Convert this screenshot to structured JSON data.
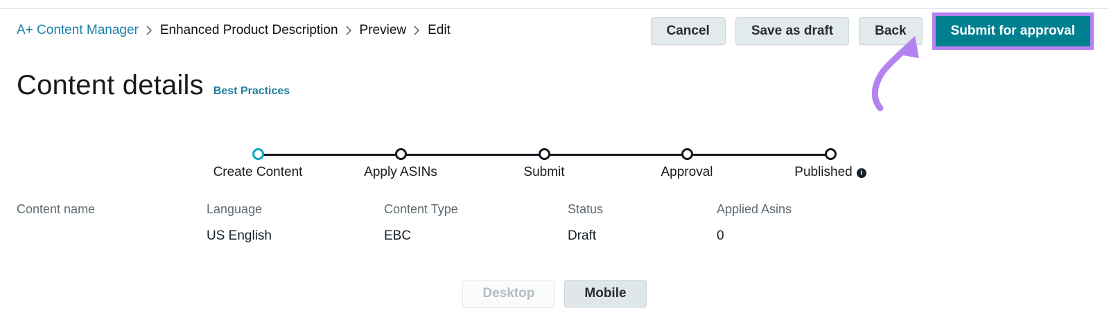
{
  "breadcrumb": {
    "items": [
      {
        "label": "A+ Content Manager",
        "link": true
      },
      {
        "label": "Enhanced Product Description",
        "link": false
      },
      {
        "label": "Preview",
        "link": false
      },
      {
        "label": "Edit",
        "link": false
      }
    ],
    "separator_icon": "chevron-right-icon"
  },
  "toolbar": {
    "cancel_label": "Cancel",
    "save_draft_label": "Save as draft",
    "back_label": "Back",
    "submit_label": "Submit for approval"
  },
  "annotation": {
    "type": "curved-arrow",
    "color": "#b583f0",
    "points_to": "Submit for approval",
    "highlight_color": "#b583f0"
  },
  "heading": {
    "title": "Content details",
    "best_practices_label": "Best Practices"
  },
  "stepper": {
    "steps": [
      {
        "label": "Create Content",
        "active": true,
        "info": false
      },
      {
        "label": "Apply ASINs",
        "active": false,
        "info": false
      },
      {
        "label": "Submit",
        "active": false,
        "info": false
      },
      {
        "label": "Approval",
        "active": false,
        "info": false
      },
      {
        "label": "Published",
        "active": false,
        "info": true
      }
    ],
    "active_color": "#00a7bd",
    "inactive_color": "#12161c",
    "info_icon": "info-icon",
    "info_icon_glyph": "i"
  },
  "details": {
    "fields": [
      {
        "label": "Content name",
        "value": ""
      },
      {
        "label": "Language",
        "value": "US English"
      },
      {
        "label": "Content Type",
        "value": "EBC"
      },
      {
        "label": "Status",
        "value": "Draft"
      },
      {
        "label": "Applied Asins",
        "value": "0"
      }
    ]
  },
  "device_toggle": {
    "desktop_label": "Desktop",
    "mobile_label": "Mobile",
    "selected": "Mobile"
  },
  "colors": {
    "primary_button": "#00808f",
    "link": "#1a7fa8",
    "accent_teal": "#1f7f9c",
    "highlight_purple": "#b583f0"
  }
}
